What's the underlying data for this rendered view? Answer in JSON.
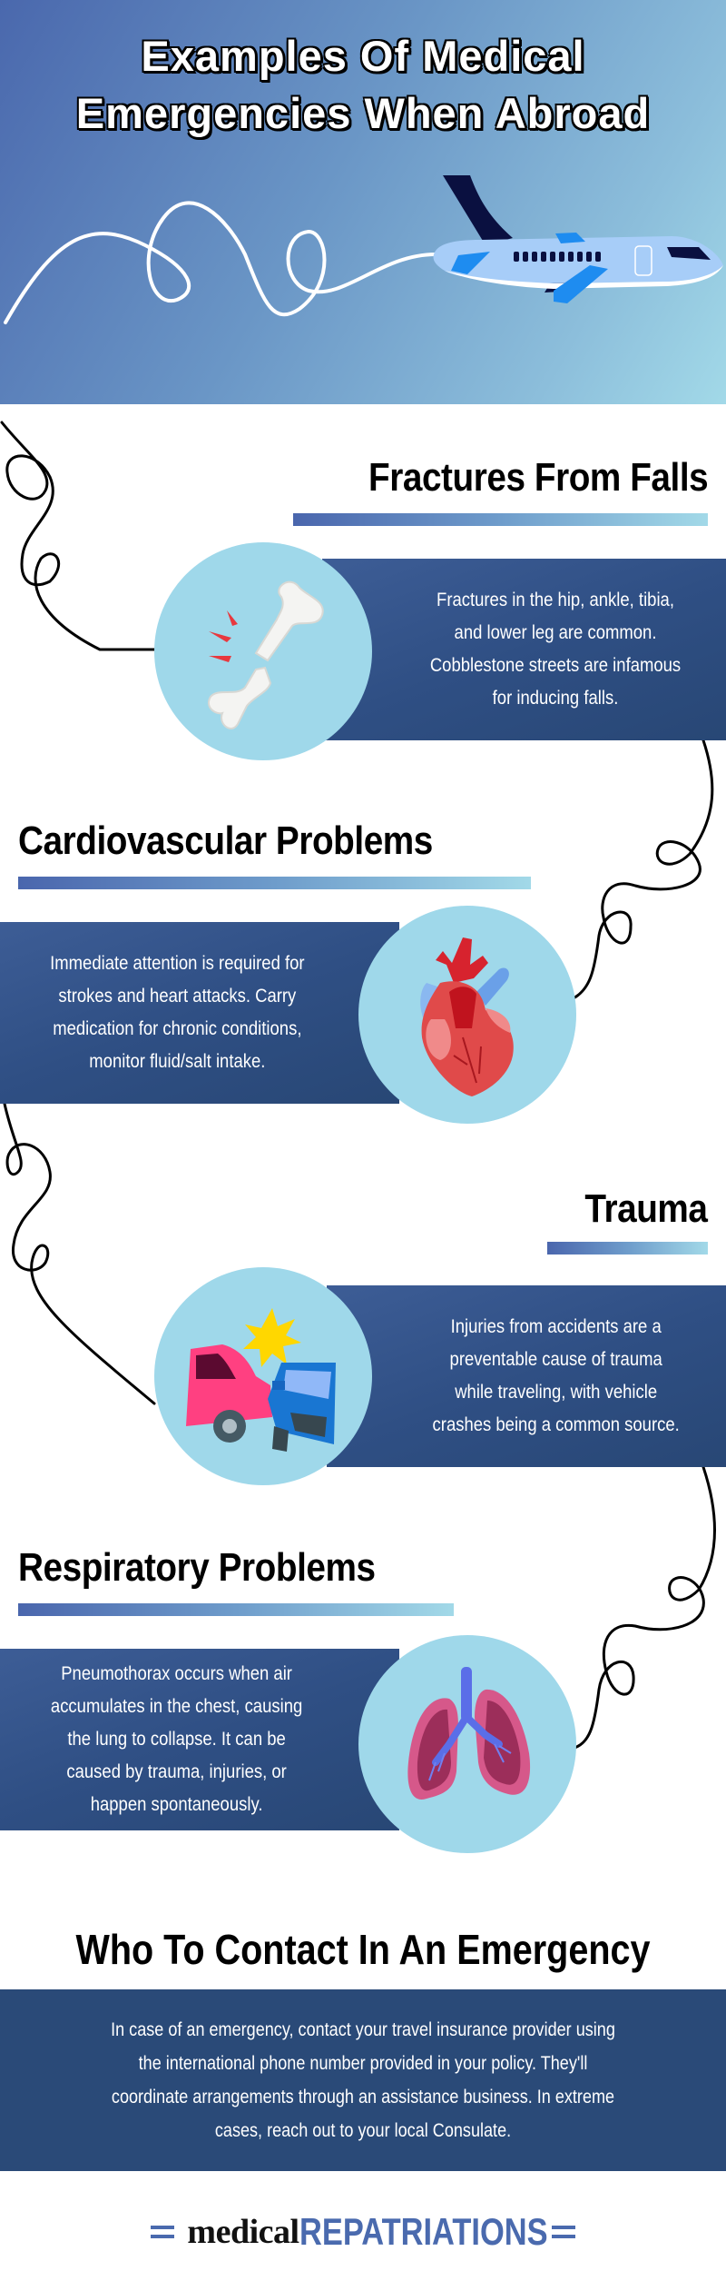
{
  "header": {
    "title_line1": "Examples Of Medical",
    "title_line2": "Emergencies When Abroad",
    "illustration": "airplane-icon"
  },
  "sections": [
    {
      "title": "Fractures From Falls",
      "text": "Fractures in the hip, ankle, tibia,\nand lower leg are common.\nCobblestone streets are infamous\nfor inducing falls.",
      "icon": "broken-bone-icon"
    },
    {
      "title": "Cardiovascular Problems",
      "text": "Immediate attention is required for\nstrokes and heart attacks. Carry\nmedication for chronic conditions,\nmonitor fluid/salt intake.",
      "icon": "heart-icon"
    },
    {
      "title": "Trauma",
      "text": "Injuries from accidents are a\npreventable cause of trauma\nwhile traveling, with vehicle\ncrashes being a common source.",
      "icon": "car-crash-icon"
    },
    {
      "title": "Respiratory Problems",
      "text": "Pneumothorax occurs when air\naccumulates in the chest, causing\nthe lung to collapse. It can be\ncaused by trauma, injuries, or\nhappen spontaneously.",
      "icon": "lungs-icon"
    }
  ],
  "contact": {
    "title": "Who To Contact In An Emergency",
    "text": "In case of an emergency, contact your travel insurance provider using\nthe international phone number provided in your policy. They'll\ncoordinate arrangements through an assistance business. In extreme\ncases, reach out to your local Consulate."
  },
  "logo": {
    "part1": "medical",
    "part2": "REPATRIATIONS"
  },
  "colors": {
    "header_gradient_start": "#4a68ad",
    "header_gradient_end": "#a2d9e8",
    "box_blue": "#2f4f84",
    "circle_blue": "#9fd8ea",
    "logo_blue": "#4a6aae"
  }
}
